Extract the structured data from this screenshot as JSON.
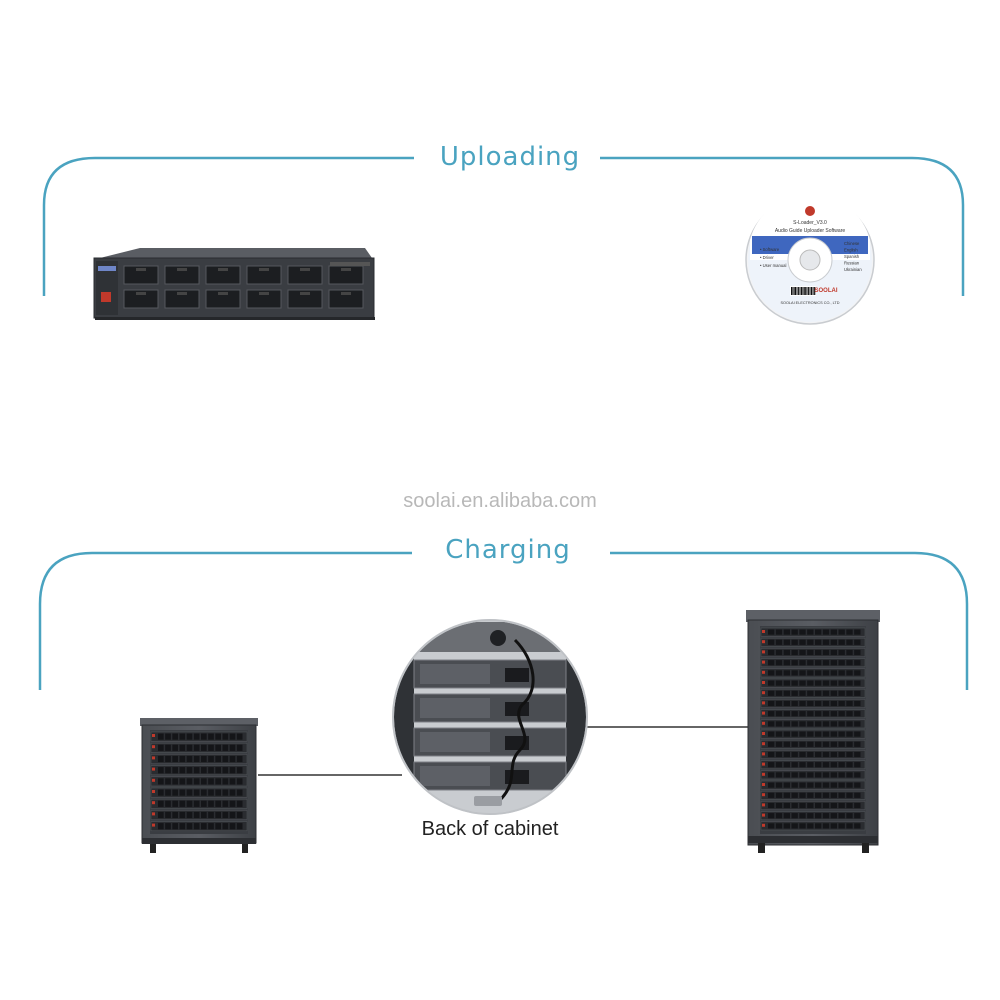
{
  "watermark": "soolai.en.alibaba.com",
  "uploading": {
    "heading": "Uploading",
    "cd": {
      "title": "S-Loader_V3.0",
      "subtitle": "Audio Guide Uploader Software",
      "left_items": [
        "Software",
        "Driver",
        "User manual"
      ],
      "right_items": [
        "Chinese",
        "English",
        "Spanish",
        "Russian",
        "Ukrainian"
      ],
      "brand": "SOOLAI",
      "company": "SOOLAI ELECTRONICS CO., LTD"
    }
  },
  "charging": {
    "heading": "Charging",
    "caption": "Back  of cabinet"
  },
  "colors": {
    "accent": "#4aa3c0",
    "device_dark": "#3a3d42",
    "device_panel": "#2a2c30"
  }
}
